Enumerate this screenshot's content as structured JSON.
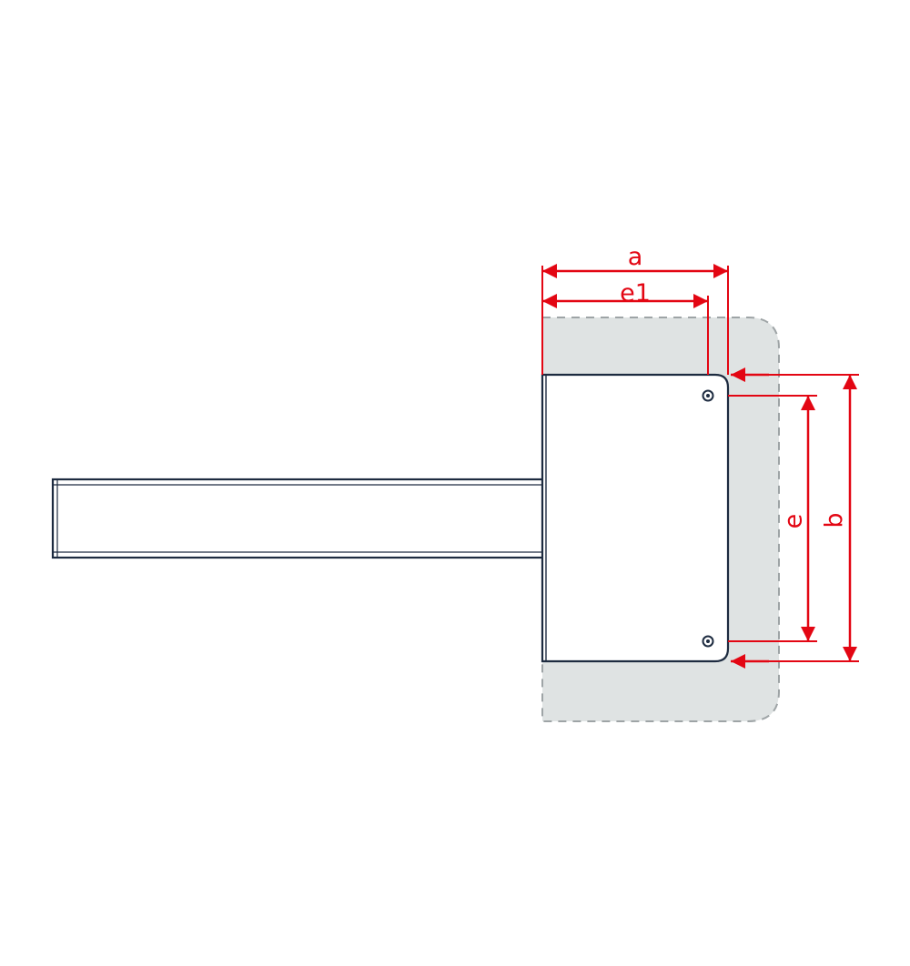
{
  "colors": {
    "dimension": "#e30613",
    "outline": "#1d2b40",
    "clearance_fill": "#dfe3e3",
    "clearance_border": "#9ea4a6",
    "background": "#ffffff"
  },
  "dimensions": {
    "a": "a",
    "e1": "e1",
    "e": "e",
    "b": "b"
  }
}
